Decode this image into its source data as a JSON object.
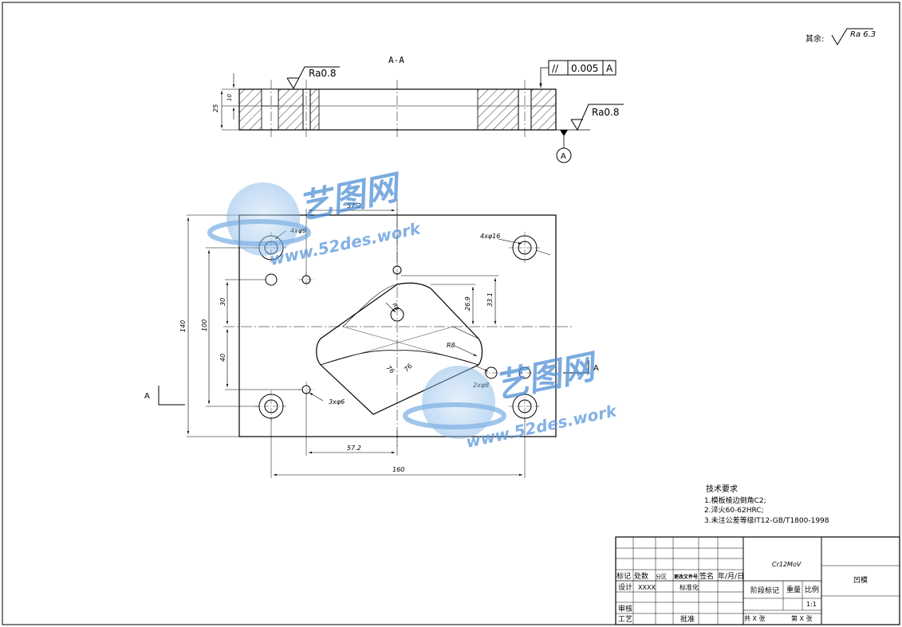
{
  "drawing": {
    "section_label": "A-A",
    "surface_rest": {
      "prefix": "其余:",
      "value": "Ra 6.3"
    },
    "roughness_top": "Ra0.8",
    "roughness_bottom": "Ra0.8",
    "datum_letter": "A",
    "tolerance_frame": {
      "symbol": "//",
      "value": "0.005",
      "datum": "A"
    },
    "section_dims": {
      "thickness_total": "25",
      "counterbore_depth": "10"
    },
    "plan_dims": {
      "width": "160",
      "height": "140",
      "hole_span_y": "100",
      "dim_57_2_top": "57.2",
      "dim_57_2_bottom": "57.2",
      "dim_30": "30",
      "dim_40": "40",
      "dim_26_9": "26.9",
      "dim_33_1": "33.1",
      "r_fillet": "R8",
      "r_center": "R8",
      "diag_1": "76",
      "diag_2": "76"
    },
    "callouts": {
      "counterbore_holes": "4xφ9",
      "large_holes": "4xφ16",
      "pin_holes": "3xφ6",
      "small_holes": "2xφ8"
    },
    "section_marker": "A",
    "watermark": {
      "brand": "艺图网",
      "url": "www.52des.work"
    }
  },
  "tech_req": {
    "title": "技术要求",
    "items": [
      "1.模板棱边倒角C2;",
      "2.淬火60-62HRC;",
      "3.未注公差等级IT12-GB/T1800-1998"
    ]
  },
  "title_block": {
    "material": "Cr12MoV",
    "part_name": "凹模",
    "row_headers": [
      "标记",
      "处数",
      "分区",
      "更改文件号",
      "签名",
      "年/月/日"
    ],
    "design_label": "设计",
    "design_value": "XXXX",
    "standard_label": "标准化",
    "review_label": "审核",
    "process_label": "工艺",
    "approve_label": "批准",
    "stage_label": "阶段标记",
    "weight_label": "重量",
    "scale_label": "比例",
    "scale_value": "1:1",
    "sheet_total": "共 X 张",
    "sheet_no": "第 X 张"
  }
}
